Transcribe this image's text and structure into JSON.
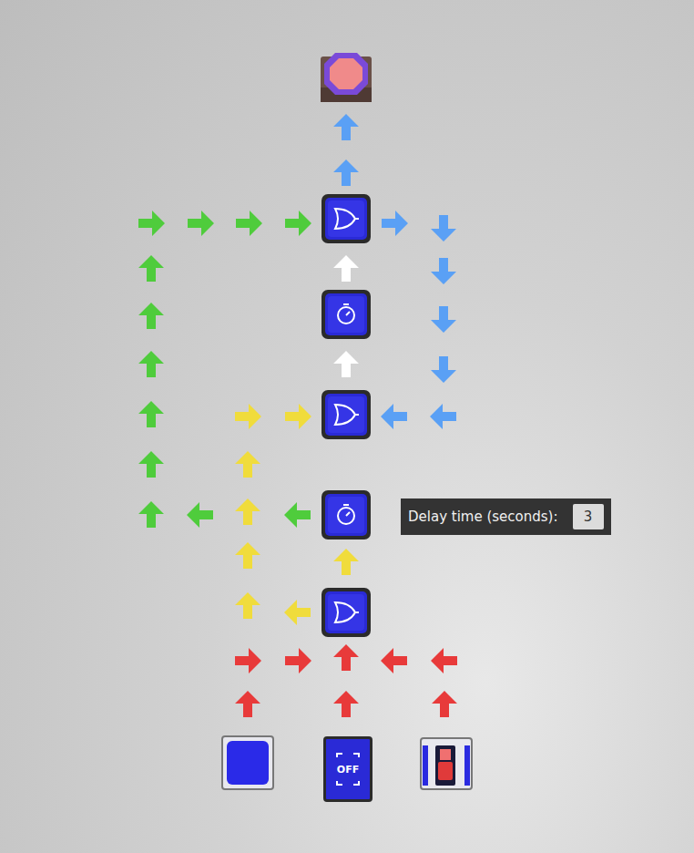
{
  "diagram": {
    "nodes": [
      {
        "text": [
          "Delay time (seconds):"
        ]
      },
      {
        "text": [
          "3"
        ],
        "in": 0
      },
      {
        "text": [
          "OFF"
        ]
      }
    ]
  }
}
